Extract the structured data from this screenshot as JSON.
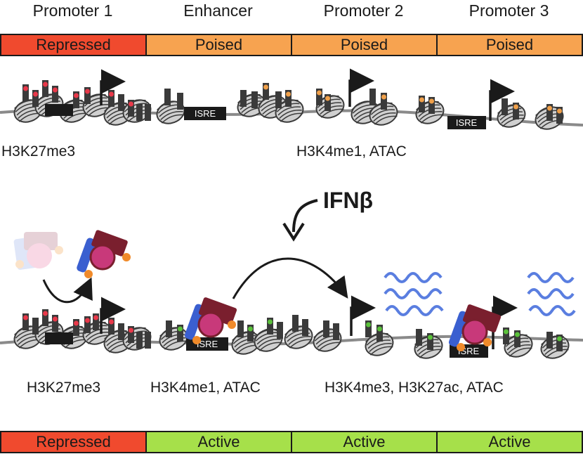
{
  "regions": [
    "Promoter 1",
    "Enhancer",
    "Promoter 2",
    "Promoter 3"
  ],
  "top_states": [
    "Repressed",
    "Poised",
    "Poised",
    "Poised"
  ],
  "bottom_states": [
    "Repressed",
    "Active",
    "Active",
    "Active"
  ],
  "top_marks": {
    "left": "H3K27me3",
    "right": "H3K4me1, ATAC"
  },
  "bottom_marks": {
    "left": "H3K27me3",
    "middle": "H3K4me1, ATAC",
    "right": "H3K4me3, H3K27ac, ATAC"
  },
  "stimulus": "IFNβ",
  "motif_label": "ISRE",
  "colors": {
    "repressed": "#f04a2e",
    "poised": "#f7a350",
    "active": "#a6e04a",
    "mark_red": "#e8394a",
    "mark_orange": "#f0a04a",
    "mark_green": "#5ac13a",
    "tf_maroon": "#7a1f2e",
    "tf_blue": "#3a5fd0",
    "tf_pink": "#c8397a",
    "rna": "#5a7ee0"
  }
}
